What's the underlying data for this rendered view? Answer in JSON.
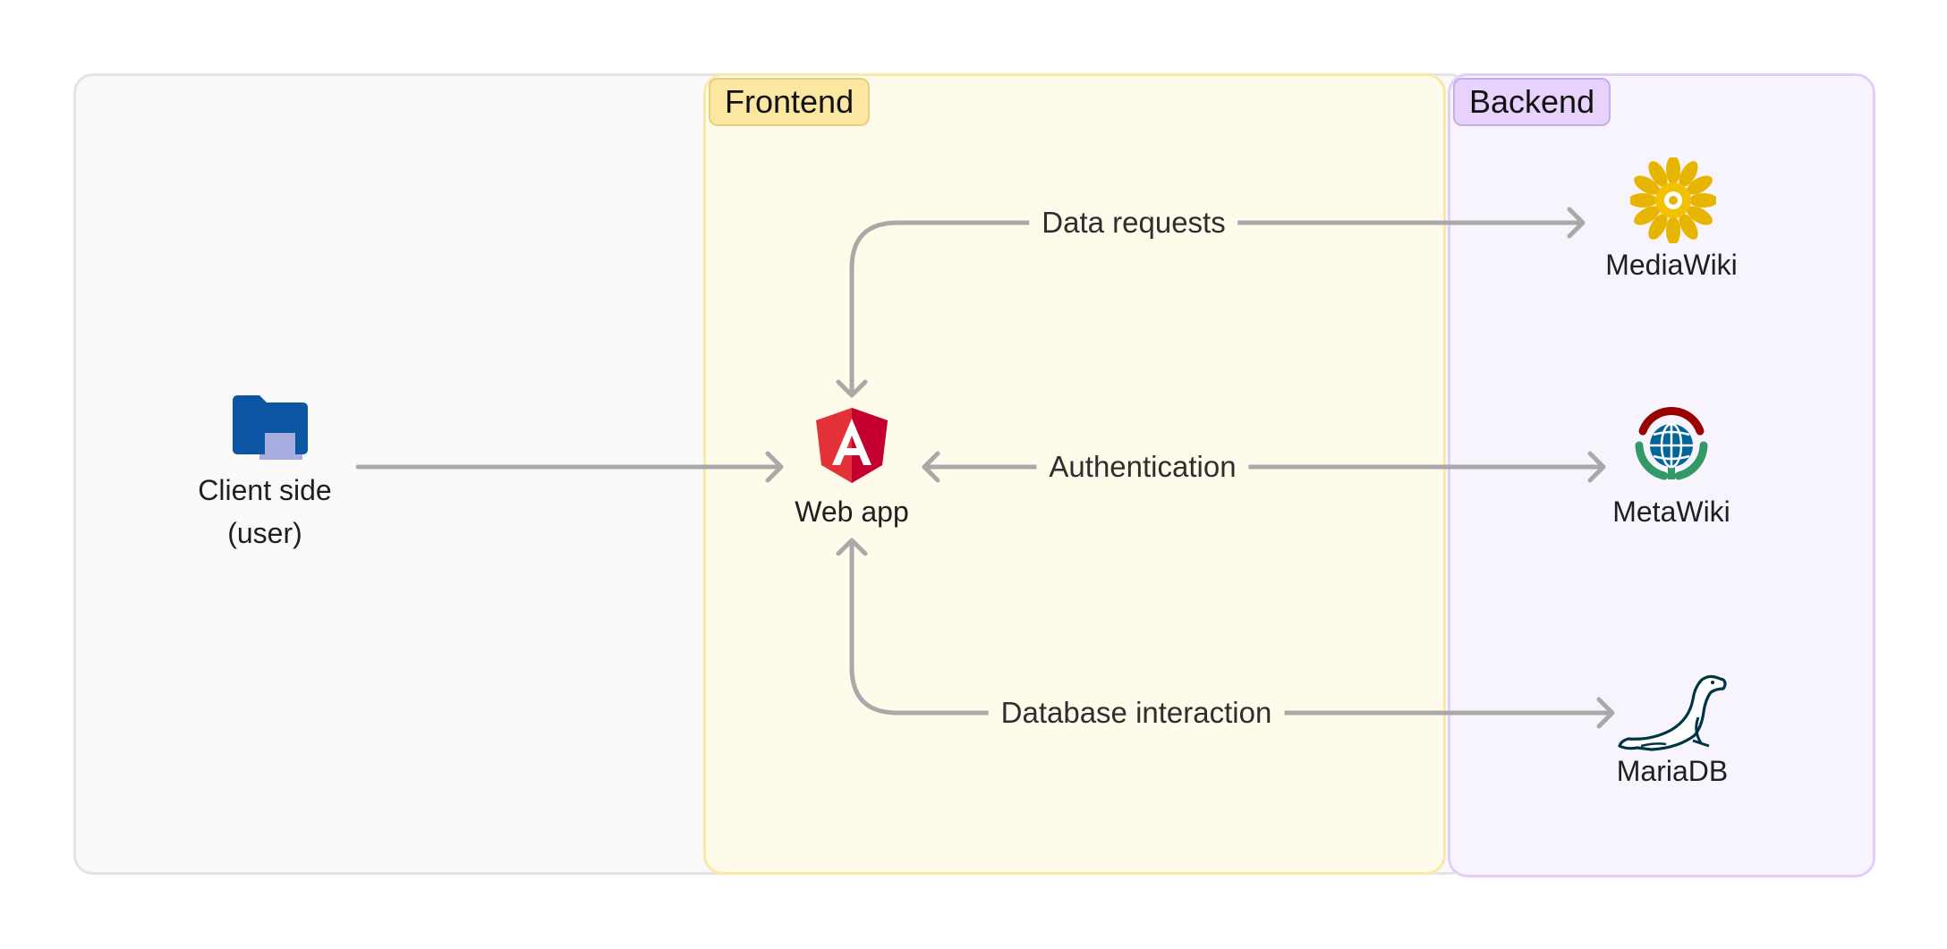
{
  "groups": {
    "frontend": "Frontend",
    "backend": "Backend"
  },
  "nodes": {
    "client": {
      "line1": "Client side",
      "line2": "(user)",
      "icon": "laptop-folder-icon"
    },
    "webapp": {
      "label": "Web app",
      "icon": "angular-icon"
    },
    "mediawiki": {
      "label": "MediaWiki",
      "icon": "mediawiki-sunflower-icon"
    },
    "metawiki": {
      "label": "MetaWiki",
      "icon": "wikimedia-globe-icon"
    },
    "mariadb": {
      "label": "MariaDB",
      "icon": "mariadb-seal-icon"
    }
  },
  "edges": {
    "data_requests": "Data requests",
    "authentication": "Authentication",
    "database_interaction": "Database interaction"
  },
  "colors": {
    "edge": "#a9a9a9",
    "angular": "#dd0031",
    "mediawiki": "#e3b800",
    "wikimedia_red": "#990000",
    "wikimedia_green": "#339966",
    "wikimedia_blue": "#006699",
    "mariadb": "#003545"
  }
}
